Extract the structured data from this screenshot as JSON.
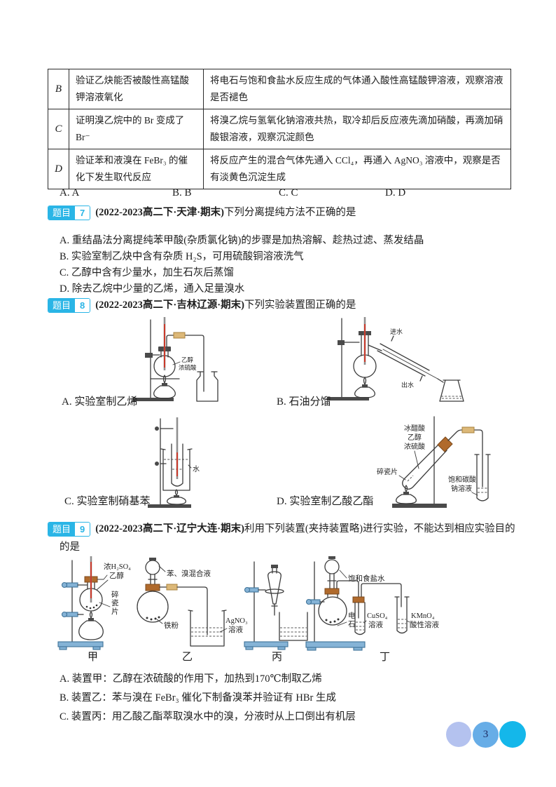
{
  "colors": {
    "badge_cyan": "#2ab5e6",
    "thermometer_red": "#d03020",
    "stand_blue": "#85b3d6",
    "footer_circle_left": "#b4c2ef",
    "footer_circle_middle": "#67ade7",
    "footer_circle_right": "#14b7ea"
  },
  "table": {
    "rows": [
      {
        "letter": "B",
        "purpose": "验证乙炔能否被酸性高锰酸钾溶液氧化",
        "operation": "将电石与饱和食盐水反应生成的气体通入酸性高锰酸钾溶液，观察溶液是否褪色"
      },
      {
        "letter": "C",
        "purpose": "证明溴乙烷中的 Br 变成了 Br⁻",
        "operation": "将溴乙烷与氢氧化钠溶液共热，取冷却后反应液先滴加硝酸，再滴加硝酸银溶液，观察沉淀颜色"
      },
      {
        "letter": "D",
        "purpose": "验证苯和液溴在 FeBr₃ 的催化下发生取代反应",
        "operation": "将反应产生的混合气体先通入 CCl₄，再通入 AgNO₃ 溶液中，观察是否有淡黄色沉淀生成"
      }
    ],
    "answers": [
      "A. A",
      "B. B",
      "C. C",
      "D. D"
    ]
  },
  "q7": {
    "badge": "题目",
    "number": "7",
    "source": "(2022-2023高二下·天津·期末)",
    "stem": "下列分离提纯方法不正确的是",
    "options": [
      "A. 重结晶法分离提纯苯甲酸(杂质氯化钠)的步骤是加热溶解、趁热过滤、蒸发结晶",
      "B. 实验室制乙炔中含有杂质 H₂S，可用硫酸铜溶液洗气",
      "C. 乙醇中含有少量水，加生石灰后蒸馏",
      "D. 除去乙烷中少量的乙烯，通入足量溴水"
    ]
  },
  "q8": {
    "badge": "题目",
    "number": "8",
    "source": "(2022-2023高二下·吉林辽源·期末)",
    "stem": "下列实验装置图正确的是",
    "diagrams": {
      "a": {
        "caption": "A. 实验室制乙烯",
        "label_line1": "乙醇",
        "label_line2": "浓硫酸"
      },
      "b": {
        "caption": "B. 石油分馏",
        "water_in": "进水",
        "water_out": "出水"
      },
      "c": {
        "caption": "C. 实验室制硝基苯",
        "water": "水"
      },
      "d": {
        "caption": "D. 实验室制乙酸乙酯",
        "label_line1": "冰醋酸",
        "label_line2": "乙醇",
        "label_line3": "浓硫酸",
        "chips": "碎瓷片",
        "receiver_line1": "饱和碳酸",
        "receiver_line2": "钠溶液"
      }
    }
  },
  "q9": {
    "badge": "题目",
    "number": "9",
    "source": "(2022-2023高二下·辽宁大连·期末)",
    "stem": "利用下列装置(夹持装置略)进行实验，不能达到相应实验目的",
    "stem2": "的是",
    "diagrams": {
      "jia": {
        "caption": "甲",
        "acid": "浓H₂SO₄",
        "ethanol": "乙醇",
        "chips": [
          "碎",
          "瓷",
          "片"
        ]
      },
      "yi": {
        "caption": "乙",
        "mixture": "苯、溴混合液",
        "iron": "铁粉",
        "agno3_line1": "AgNO₃",
        "agno3_line2": "溶液"
      },
      "bing": {
        "caption": "丙"
      },
      "ding": {
        "caption": "丁",
        "brine": "饱和食盐水",
        "carbide": [
          "电",
          "石"
        ],
        "cuso4_line1": "CuSO₄",
        "cuso4_line2": "溶液",
        "kmno4_line1": "KMnO₄",
        "kmno4_line2": "酸性溶液"
      }
    },
    "options": [
      "A. 装置甲：乙醇在浓硫酸的作用下，加热到170℃制取乙烯",
      "B. 装置乙：苯与溴在 FeBr₃ 催化下制备溴苯并验证有 HBr 生成",
      "C. 装置丙：用乙酸乙酯萃取溴水中的溴，分液时从上口倒出有机层"
    ]
  },
  "footer": {
    "page_number": "3"
  }
}
